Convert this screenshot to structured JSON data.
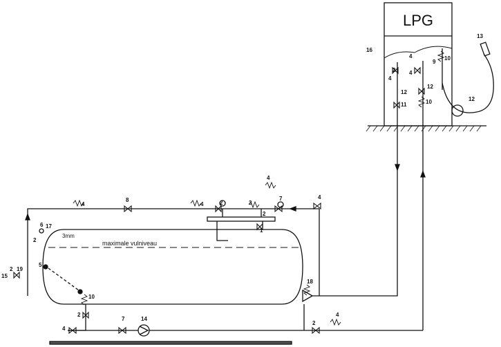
{
  "title": "LPG",
  "tank_note": "maximale vulniveau",
  "gap_note": "3mm",
  "labels": {
    "l1": "1",
    "l2a": "2",
    "l2b": "2",
    "l2c": "2",
    "l2d": "2",
    "l2e": "2",
    "l2f": "2",
    "l2g": "2",
    "l3": "3",
    "l4a": "4",
    "l4b": "4",
    "l4c": "4",
    "l4d": "4",
    "l4e": "4",
    "l4f": "4",
    "l4g": "4",
    "l4h": "4",
    "l4i": "4",
    "l5": "5",
    "l6": "6",
    "l7a": "7",
    "l7b": "7",
    "l8": "8",
    "l9": "9",
    "l10a": "10",
    "l10b": "10",
    "l10c": "10",
    "l11": "11",
    "l12a": "12",
    "l12b": "12",
    "l12c": "12",
    "l13": "13",
    "l14": "14",
    "l15": "15",
    "l16": "16",
    "l17": "17",
    "l18": "18",
    "l19": "19"
  }
}
